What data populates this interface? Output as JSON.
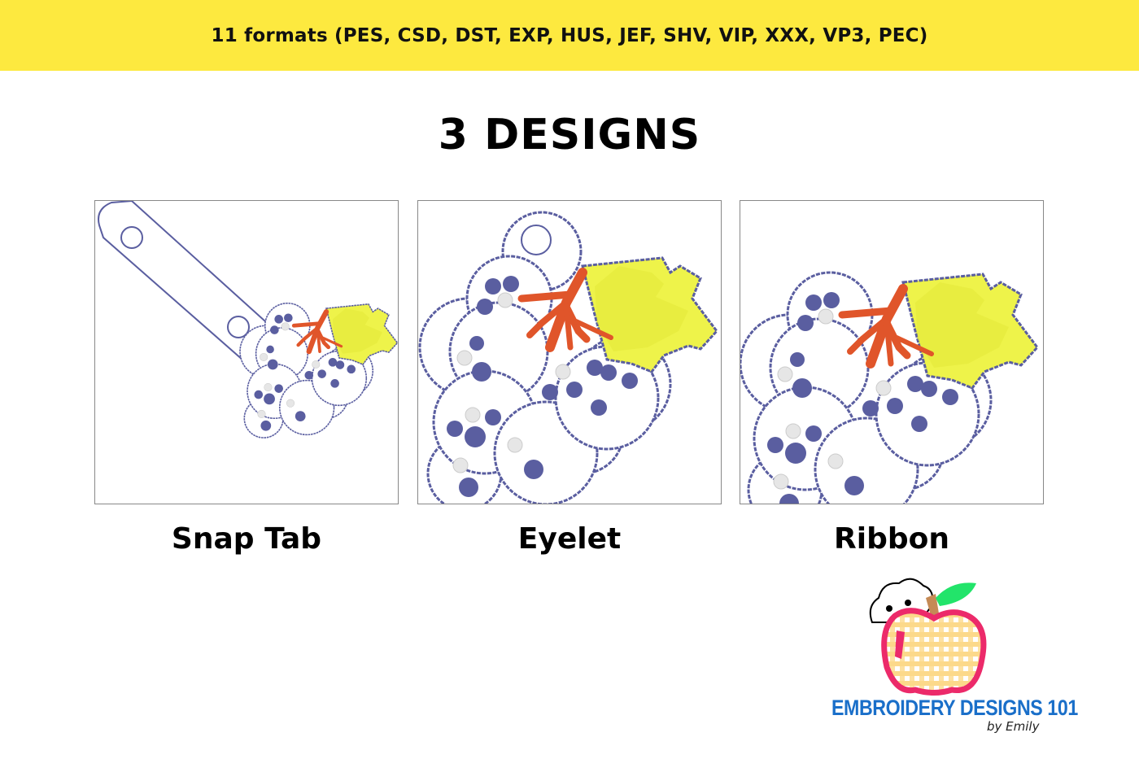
{
  "banner": {
    "text": "11 formats (PES, CSD, DST, EXP, HUS, JEF, SHV, VIP, XXX, VP3, PEC)"
  },
  "title": "3 DESIGNS",
  "designs": [
    {
      "label": "Snap Tab"
    },
    {
      "label": "Eyelet"
    },
    {
      "label": "Ribbon"
    }
  ],
  "logo": {
    "name": "EMBROIDERY DESIGNS 101",
    "byline": "by Emily"
  },
  "colors": {
    "banner": "#fde93f",
    "outline": "#5a5ea0",
    "stem": "#e0552a",
    "leaf": "#eef34a",
    "logo_blue": "#1a6fc9",
    "apple": "#ec2a6a"
  }
}
